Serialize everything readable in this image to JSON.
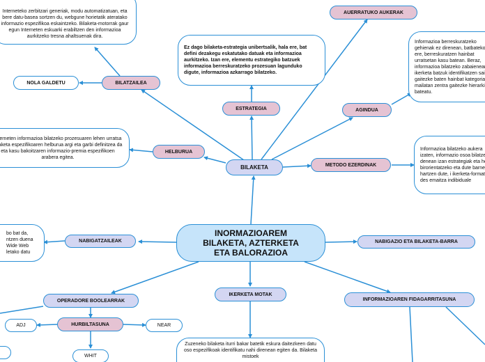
{
  "root": "INORMAZIOAREM BILAKETA, AZTERKETA ETA BALORAZIOA",
  "nodes": {
    "bilaketa": "BILAKETA",
    "nabigatzaileak": "NABIGATZAILEAK",
    "ikerketa_motak": "IKERKETA MOTAK",
    "nabigazio": "NABIGAZIO ETA BILAKETA-BARRA",
    "operadore": "OPERADORE BOOLEARRAK",
    "fidagarritasuna": "INFORMAZIOAREN FIDAGARRITASUNA",
    "hurbiltasuna": "HURBILTASUNA",
    "helburua": "HELBURUA",
    "bilatzailea": "BILATZAILEA",
    "estrategia": "ESTRATEGIA",
    "auerratuko": "AUERRATUKO AUKERAK",
    "aginduak": "AGINDUA",
    "metodo": "METODO EZERDINAK",
    "nola_galdetu": "NOLA GALDETU",
    "adj": "ADJ",
    "near": "NEAR",
    "whit": "WHIT"
  },
  "notes": {
    "bilatzailea_note": "Interneteko zerbitzari generiak, modu automatizatuan, eta bere datu-basea sortzen du, webgune horietatik ateratako informazio espezifikoa eskaintzeko. Bilaketa-motorrak gaur egun Interneten eskuarki erabiltzen den informazioa aurkitzeko tresna ahaltsuenak dira.",
    "estrategia_note": "Ez dago bilaketa-estrategia unibertsalik, hala ere, bat defini dezakegu eskatutako datuak eta informazioa aurkitzeko. Izan ere, elementu estrategiko batzuek informazioa berreskuratzeko prozesuan lagunduko digute, informazioa azkarrago bilatzeko.",
    "helburua_note": "Interneten informazioa bilatzeko prozesuaren lehen urratsa bilaketa espezifikoaren helburua argi eta garbi definitzea da eta kasu bakoitzaren informazio-premia espezifikoen arabera egitea.",
    "agindua_note": "Informazioa berreskuratzeko gehienak ez direnean, batbatekoak ere, berreskuratzen hainbat urratsetan kasu batean. Beraz, informazioa bilatzeko zabaienean, ikerketa batzuk identifikatzen saia gaitezke baten hainbat kategoria mailatan zentra gaitezke hierarkia bateatu.",
    "metodo_note": "Informazioa bilatzeko aukera izaten, informazio osoa bilatzen denean izan estrategiak eta he birorientatzeko eta dute barne hartzen dute, i ikerketa-formatu des emaitza indibiduale",
    "nabigatzaileak_note": "bo bat da, ntzen duena Wide Web letako datu",
    "ikerketa_note": "Zuzeneko bilaketa iturri bakar batetik eskura daitezkeen datu oso espezifikoak identifikatu nahi direnean egiten da. Bilaketa mistoek"
  }
}
